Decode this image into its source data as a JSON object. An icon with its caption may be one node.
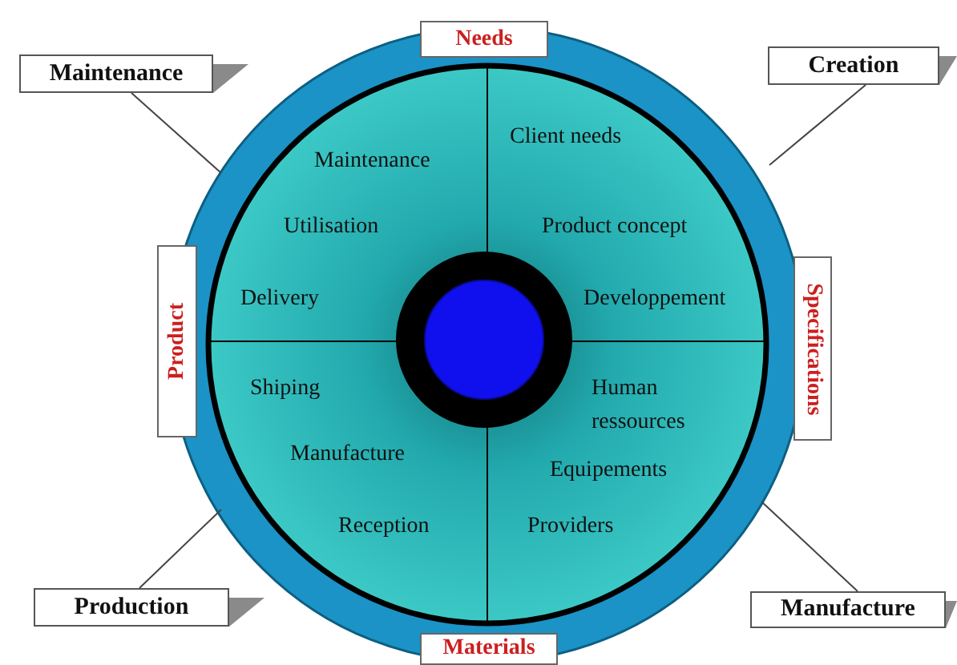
{
  "diagram": {
    "nodes": [
      {
        "text": [],
        "shape": "circle"
      },
      {
        "text": [
          "Maintenance"
        ]
      },
      {
        "text": [
          "Needs"
        ]
      },
      {
        "text": [
          "Creation"
        ]
      },
      {
        "text": [
          "Product"
        ]
      },
      {
        "text": [
          "Specifications"
        ]
      },
      {
        "text": [
          "Production"
        ]
      },
      {
        "text": [
          "Materials"
        ]
      },
      {
        "text": [
          "Manufacture"
        ]
      }
    ],
    "edges": [
      {
        "from": 1,
        "to": 0,
        "arrow": "none"
      },
      {
        "from": 3,
        "to": 0,
        "arrow": "none"
      },
      {
        "from": 6,
        "to": 0,
        "arrow": "none"
      },
      {
        "from": 8,
        "to": 0,
        "arrow": "none"
      }
    ],
    "labels": [
      "Maintenance",
      "Client needs",
      "Utilisation",
      "Product concept",
      "Delivery",
      "Developpement",
      "Shiping",
      "Human ressources",
      "Manufacture",
      "Equipements",
      "Reception",
      "Providers"
    ]
  }
}
